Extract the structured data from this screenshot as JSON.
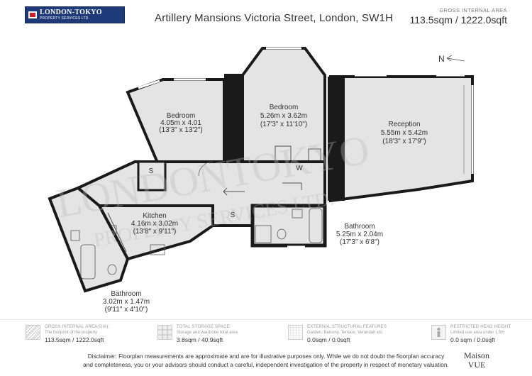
{
  "header": {
    "logo_line1": "LONDON-TOKYO",
    "logo_line2": "PROPERTY SERVICES LTD.",
    "address": "Artillery Mansions Victoria Street, London, SW1H",
    "gia_label": "GROSS INTERNAL AREA",
    "gia_value": "113.5sqm / 1222.0sqft"
  },
  "plan": {
    "north_label": "N",
    "watermark_line1": "LONDONTOKYO",
    "watermark_line2": "PROPERTY SERVICES LTD.",
    "rooms": {
      "bedroom1": {
        "name": "Bedroom",
        "metric": "4.05m x 4.01",
        "imperial": "(13'3\" x 13'2\")"
      },
      "bedroom2": {
        "name": "Bedroom",
        "metric": "5.26m x 3.62m",
        "imperial": "(17'3\" x 11'10\")"
      },
      "reception": {
        "name": "Reception",
        "metric": "5.55m x 5.42m",
        "imperial": "(18'3\" x 17'9\")"
      },
      "kitchen": {
        "name": "Kitchen",
        "metric": "4.16m x 3.02m",
        "imperial": "(13'8\" x 9'11\")"
      },
      "bathroom1": {
        "name": "Bathroom",
        "metric": "5.25m x 2.04m",
        "imperial": "(17'3\" x 6'8\")"
      },
      "bathroom2": {
        "name": "Bathroom",
        "metric": "3.02m x 1.47m",
        "imperial": "(9'11\" x 4'10\")"
      }
    },
    "storage_label_1": "S",
    "storage_label_2": "S",
    "wardrobe_label": "W"
  },
  "stats": [
    {
      "icon": "hatched-square-icon",
      "title": "GROSS INTERNAL AREA(GIA):",
      "sub": "The footprint of the property",
      "value": "113.5sqm / 1222.0sqft"
    },
    {
      "icon": "storage-grid-icon",
      "title": "TOTAL STORAGE SPACE:",
      "sub": "Storage and wardrobe total area",
      "value": "3.8sqm / 40.9sqft"
    },
    {
      "icon": "dotted-grid-icon",
      "title": "EXTERNAL STRUCTURAL FEATURES",
      "sub": "Garden, Balcony, Terrace, Verandah etc.",
      "value": "0.0sqm / 0.0sqft"
    },
    {
      "icon": "person-height-icon",
      "title": "RESTRICTED HEAD HEIGHT",
      "sub": "Limited use area under 1.5m",
      "value": "0.0 sqm / 0.0sqft"
    }
  ],
  "footer": {
    "disclaimer_line1": "Disclaimer: Floorplan measurements are approximate and are for illustrative purposes only. While we do not doubt the floorplan accuracy",
    "disclaimer_line2": "and completeness, you or your advisors should conduct a careful, independent investigation of the property in respect of monetary valuation.",
    "brand_line1": "Maison",
    "brand_line2": "VUE"
  },
  "colors": {
    "wall": "#1a1a1a",
    "floor": "#e4e4e4",
    "logo_bg": "#1f3a78",
    "text": "#333333"
  }
}
